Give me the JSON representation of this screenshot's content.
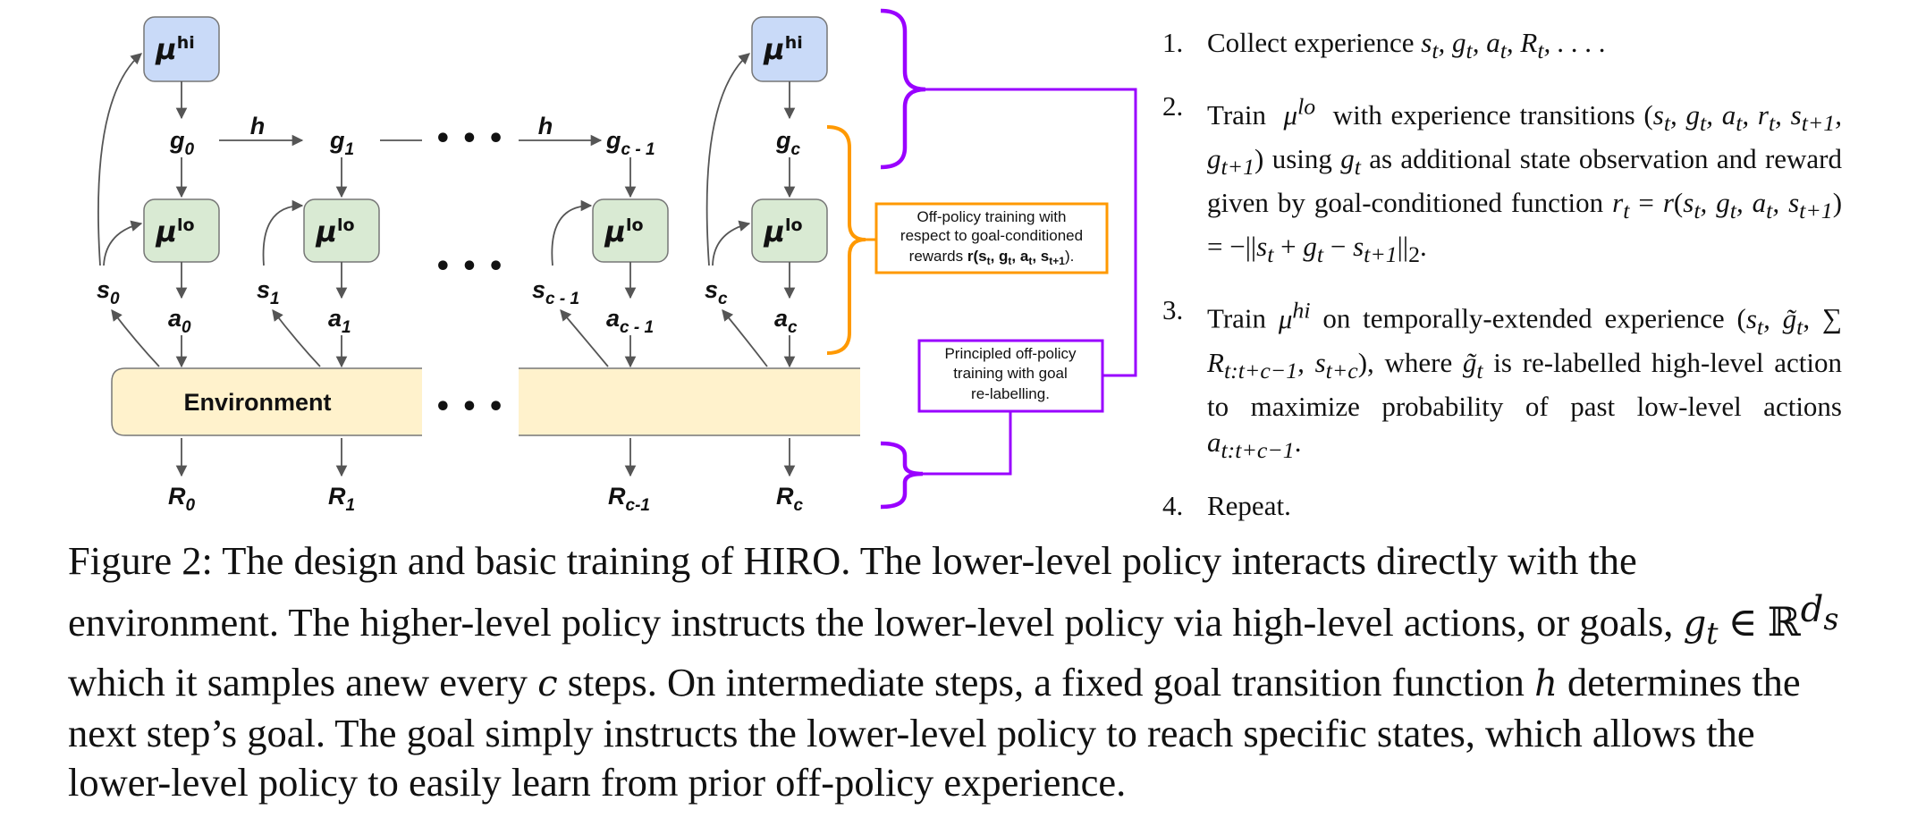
{
  "diagram": {
    "hi_policy_label": "μ",
    "hi_sup": "hi",
    "lo_policy_label": "μ",
    "lo_sup": "lo",
    "env_label": "Environment",
    "ellipsis": "• • •",
    "transition_label": "h",
    "goals": [
      {
        "base": "g",
        "sub": "0"
      },
      {
        "base": "g",
        "sub": "1"
      },
      {
        "base": "g",
        "sub": "c - 1"
      },
      {
        "base": "g",
        "sub": "c"
      }
    ],
    "states": [
      {
        "base": "s",
        "sub": "0"
      },
      {
        "base": "s",
        "sub": "1"
      },
      {
        "base": "s",
        "sub": "c - 1"
      },
      {
        "base": "s",
        "sub": "c"
      }
    ],
    "actions": [
      {
        "base": "a",
        "sub": "0"
      },
      {
        "base": "a",
        "sub": "1"
      },
      {
        "base": "a",
        "sub": "c - 1"
      },
      {
        "base": "a",
        "sub": "c"
      }
    ],
    "rewards": [
      {
        "base": "R",
        "sub": "0"
      },
      {
        "base": "R",
        "sub": "1"
      },
      {
        "base": "R",
        "sub": "c-1"
      },
      {
        "base": "R",
        "sub": "c"
      }
    ],
    "offpolicy_box": {
      "line1": "Off-policy training with",
      "line2": "respect to goal-conditioned",
      "line3_prefix": "rewards ",
      "line3_math": "r(s",
      "line3_s": "t",
      "line3_g": "g",
      "line3_gs": "t",
      "line3_a": "a",
      "line3_as": "t",
      "line3_sn": "s",
      "line3_sns": "t+1",
      "line3_end": ")."
    },
    "relabel_box": {
      "line1": "Principled off-policy",
      "line2": "training with goal",
      "line3": "re-labelling."
    },
    "colors": {
      "hi_fill": "#c9daf8",
      "lo_fill": "#d9ead3",
      "env_fill": "#fff2cc",
      "orange": "#ff9900",
      "purple": "#9900ff",
      "gray": "#555555"
    }
  },
  "steps": [
    {
      "num": "1.",
      "html": "Collect experience <span class=\"m\">s<sub>t</sub>, g<sub>t</sub>, a<sub>t</sub>, R<sub>t</sub>, . . . .</span>"
    },
    {
      "num": "2.",
      "html": "Train &nbsp;<span class=\"m\">μ<sup>lo</sup></span>&nbsp; with experience transitions (<span class=\"m\">s<sub>t</sub>, g<sub>t</sub>, a<sub>t</sub>, r<sub>t</sub>, s<sub>t+1</sub>, g<sub>t+1</sub></span>) using <span class=\"m\">g<sub>t</sub></span> as additional state observation and reward given by goal-conditioned function <span class=\"m\">r<sub>t</sub></span> = <span class=\"m\">r</span>(<span class=\"m\">s<sub>t</sub>, g<sub>t</sub>, a<sub>t</sub>, s<sub>t+1</sub></span>) = −||<span class=\"m\">s<sub>t</sub></span> + <span class=\"m\">g<sub>t</sub></span> − <span class=\"m\">s<sub>t+1</sub></span>||<sub>2</sub>."
    },
    {
      "num": "3.",
      "html": "Train <span class=\"m\">μ<sup>hi</sup></span> on temporally-extended experience (<span class=\"m\">s<sub>t</sub>, g̃<sub>t</sub></span>, ∑ <span class=\"m\">R<sub>t:t+c−1</sub>, s<sub>t+c</sub></span>), where <span class=\"m\">g̃<sub>t</sub></span> is re-labelled high-level action to maximize probability of past low-level actions <span class=\"m\">a<sub>t:t+c−1</sub></span>."
    },
    {
      "num": "4.",
      "html": "Repeat."
    }
  ],
  "caption": "Figure 2: The design and basic training of HIRO. The lower-level policy interacts directly with the environment. The higher-level policy instructs the lower-level policy via high-level actions, or goals, <span class=\"m\">g<sub>t</sub></span> ∈ ℝ<sup><span class=\"m\">d<sub>s</sub></span></sup> which it samples anew every <span class=\"m\">c</span> steps. On intermediate steps, a fixed goal transition function <span class=\"m\">h</span> determines the next step’s goal. The goal simply instructs the lower-level policy to reach specific states, which allows the lower-level policy to easily learn from prior off-policy experience."
}
